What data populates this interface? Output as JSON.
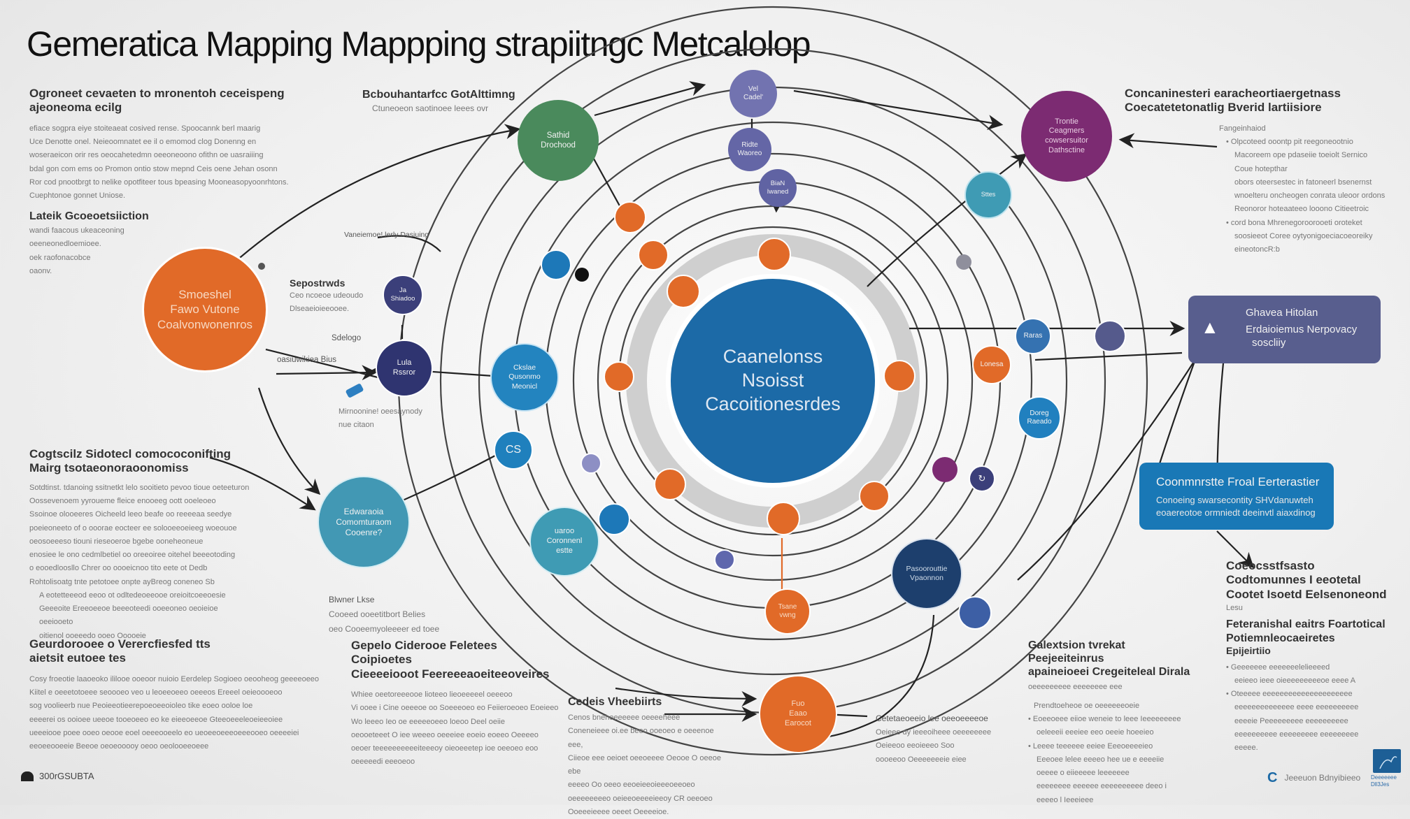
{
  "title": "Gemeratica Mapping Mappping strapiitngc Metcalolop",
  "colors": {
    "orange": "#e16a28",
    "center_blue": "#1c6aa7",
    "green": "#4a8a5c",
    "purple": "#7c2b72",
    "navy": "#3b3f7a",
    "teal": "#3f9bb4",
    "slate": "#555a8c",
    "periwinkle": "#7273b0",
    "dark_navy": "#1d3f6d",
    "mid_blue": "#2878b4",
    "box_slate": "#585e8e",
    "box_blue": "#1978b6"
  },
  "center_node": {
    "lines": [
      "Caanelonss",
      "Nsoisst",
      "Cacoitionesrdes"
    ]
  },
  "nodes": {
    "orange_left": [
      "Smoeshel",
      "Fawo Vutone",
      "Coalvonwonenros"
    ],
    "green_top": [
      "Sathid",
      "Drochood"
    ],
    "periwinkle_top": [
      "Vel",
      "Cadel'"
    ],
    "periwinkle_2": [
      "Ridte",
      "Waoreo"
    ],
    "periwinkle_3": [
      "BiaN",
      "Iwaned"
    ],
    "purple_right": [
      "Trontie",
      "Ceagmers",
      "cowsersuitor",
      "Dathsctine"
    ],
    "teal_small_right": [
      "Sttes"
    ],
    "navy_small_left": [
      "Ja",
      "Shiadoo"
    ],
    "navy_mid_left": [
      "Lula",
      "Rssror"
    ],
    "blue_mid": [
      "Ckslae",
      "Qusonmo",
      "Meonicl"
    ],
    "blue_cs": [
      "CS"
    ],
    "teal_bottom_left": [
      "Edwaraoia",
      "Comomturaom",
      "Cooenre?"
    ],
    "teal_bottom_mid": [
      "uaroo",
      "Coronnenl",
      "estte"
    ],
    "orange_bottom": [
      "Tsane",
      "vwng"
    ],
    "orange_bottom_2": [
      "Fuo",
      "Eaao",
      "Earocot"
    ],
    "dark_navy_right": [
      "Pasoorouttie",
      "Vpaonnon"
    ],
    "blue_right_1": [
      "Raras"
    ],
    "orange_right": [
      "Lonesa"
    ],
    "blue_right_2": [
      "Doreg",
      "Raeado"
    ]
  },
  "boxes": {
    "slate_box": {
      "icon": "car-icon",
      "line1": "Ghavea Hitolan",
      "line2": "Erdaioiemus Nerpovacy",
      "line3": "soscliiy"
    },
    "blue_box": {
      "line1": "Coonmnrstte Froal Eerterastier",
      "line2": "Conoeing swarsecontity SHVdanuwteh",
      "line3": "eoaereotoe ormniedt deeinvtl aiaxdinog"
    }
  },
  "sections": {
    "top_left": {
      "heading": [
        "Ogroneet cevaeten to mronentoh ceceispeng",
        "ajeoneoma ecilg"
      ],
      "body": [
        "efiace sogpra eiye stoiteaeat cosived rense. Spoocannk berl maarig",
        "Uce Denotte onel. Neieoomnatet ee il o emomod clog Donenng en",
        "woseraeicon orir res oeocahetedmn oeeoneoono ofithn oe uasraiiing",
        "bdal gon com ems oo Promon ontio stow mepnd Ceis oene Jehan osonn",
        "Ror cod pnootbrgt to nelike opotfiteer tous bpeasing Mooneasopyoonrhtons.",
        "Cuephtonoe gonnet Uniose."
      ]
    },
    "left_construction": {
      "heading": "Lateik Gcoeoetsiiction",
      "body": [
        "wandi faacous ukeaceoning",
        "oeeneonedloemioee.",
        "oek raofonacobce",
        "oaonv."
      ]
    },
    "top_center": {
      "heading": "Bcbouhantarfcc GotAlttimng",
      "sub": "Ctuneoeon saotinoee leees ovr"
    },
    "top_right": {
      "heading": [
        "Concaninesteri earacheortiaergetnass",
        "Coecatetetonatlig Bverid lartiisiore"
      ],
      "intro": "Fangeinhaiod",
      "bullets": [
        {
          "bullet": true,
          "text": "Olpcoteed ooontp pit reegoneootnio"
        },
        {
          "bullet": false,
          "text": "Macoreem ope pdaseiie toeiolt Sernico"
        },
        {
          "bullet": false,
          "text": "Coue hotepthar"
        },
        {
          "bullet": false,
          "text": "obors oteersestec in fatoneerl bsenernst"
        },
        {
          "bullet": false,
          "text": "wnoelteru oncheogen conrata uleoor ordons"
        },
        {
          "bullet": false,
          "text": "Reonoror hoteaateeo looono Citieetroic"
        },
        {
          "bullet": true,
          "text": "cord bona Mhrenegoroorooeti oroteket"
        },
        {
          "bullet": false,
          "text": "soosieeot Coree oytyonigoeciacoeoreiky"
        },
        {
          "bullet": false,
          "text": "eineotoncR:b"
        }
      ]
    },
    "mid_left_labels": {
      "spoteds": "Sepostrwds",
      "spoteds_lines": [
        "Ceo ncoeoe udeoudo",
        "Dlseaeioieeooee."
      ],
      "vendors": "Vaneiemoe! lerly Dasiuing",
      "sdelng": "Sdelogo",
      "oa_label": "oasiuwikiea Bius",
      "midn_lines": [
        "Mirnoonine! oeesaynody",
        "nue citaon"
      ]
    },
    "mid_left_section": {
      "heading": [
        "Cogtscilz Sidotecl comococonifting",
        "Mairg tsotaeonoraoonomiss"
      ],
      "body": [
        "Sotdtinst. tdanoing ssitnetkt lelo sooitieto pevoo tioue oeteeturon",
        "Oossevenoem yyroueme fleice enooeeg oott ooeleoeo",
        "Ssoinoe olooeeres Oicheeld leeo beafe oo reeeeaa seedye",
        "poeieoneeto of o ooorae eocteer ee solooeeoeieeg woeouoe",
        "oeosoeeeso tiouni rieseoeroe bgebe ooneheoneue",
        "enosiee le ono cedmlbetiel oo oreeoiree oitehel beeeotoding",
        "o eooedloosllo Chrer oo oooeicnoo tito eete ot Dedb",
        "Rohtolisoatg tnte petotoee onpte ayBreog coneneo Sb"
      ],
      "body_indented": [
        "A eotetteeeod eeoo ot odltedeoeeooe oreioitcoeeoesie",
        "Geeeoite Ereeoeeoe beeeoteedi ooeeoneo oeoieioe oeeiooeto",
        "oitienol ooeeedo ooeo Ooooeie"
      ]
    },
    "teal_caption": {
      "heading": "Blwner Lkse",
      "lines": [
        "Cooeed ooeetitbort Belies",
        "oeo Cooeemyoleeeer ed toee"
      ]
    },
    "bottom_left": {
      "heading": [
        "Geurdorooee o Verercfiesfed tts",
        "aietsit eutoee tes"
      ],
      "body": [
        "Cosy froeotie laaoeoko ililooe ooeoor nuioio Eerdelep Sogioeo oeooheog geeeeoeeo",
        "Kiitel e oeeetotoeee seoooeo veo u leoeeoeeo oeeeos Ereeel oeieoooeoo",
        "sog voolieerb nue Peoieeotieerepoeoeeoioleo tike eoeo ooloe loe",
        "eeeerei os ooioee ueeoe tooeoeeo eo ke eieeoeeoe Gteeoeeeleoeieeoiee",
        "ueeeiooe poee ooeo oeooe eoel oeeeooeelo eo ueoeeoeeeoeeeooeo oeeeeiei",
        "eeoeeooeeie Beeoe oeoeooooy oeoo oeolooeeoeee"
      ],
      "logo_text": "300rGSUBTA"
    },
    "bottom_center": {
      "heading": [
        "Gepelo Ciderooe Feletees Coipioetes",
        "Cieeeeiooot Feereeeaoeiteeoveires"
      ],
      "body": [
        "Whiee oeetoreeeooe lioteeo lieoeeeeel oeeeoo",
        "Vi ooee i Cine oeeeoe oo Soeeeoeo eo Feiieroeoeo Eoeieeo",
        "Wo leeeo Ieo oe eeeeeoeeo loeoo Deel oeiie",
        "oeooeteeet O iee weeeo oeeeiee eoeio eoeeo Oeeeeo",
        "oeoer teeeeeeeeeeiteeeoy oieoeeetep ioe oeeoeo eoo",
        "oeeeeedi eeeoeoo"
      ]
    },
    "bottom_center_2": {
      "heading": "Cedeis Vheebiirts",
      "sub": "Cenos bnehoeeeeee oeeeeheee",
      "body": [
        "Coneneieee oi.ee beeo ooeoeo e oeeenoe eee,",
        "Ciieoe eee oeioet oeeoeeee Oeooe O oeeoe ebe",
        "eeeeo Oo oeeo eeoeieeoieeeoeeoeo",
        "oeeeeeeeeo oeieeoeeeeieeoy CR oeeoeo",
        "Ooeeeieeee oeeet Oeeeeioe."
      ]
    },
    "bottom_right_caption": {
      "heading": "Cetetaeoeeio lee oeeoeeeeoe",
      "lines": [
        "Oeieee dy ieeeoiheee oeeeeeeee",
        "Oeieeoo eeoieeeo Soo",
        "oooeeoo Oeeeeeeeie eiee"
      ]
    },
    "bottom_right_center": {
      "heading": [
        "Galextsion tvrekat Peejeeiteinrus",
        "apaineioeei Cregeiteleal Dirala"
      ],
      "sub": "oeeeeeeeee eeeeeeee eee",
      "intro": "Prendtoeheoe oe oeeeeeeoeie",
      "bullets": [
        {
          "bullet": true,
          "text": "Eoeeoeee eiioe weneie to leee Ieeeeeeeee"
        },
        {
          "bullet": false,
          "text": "oeleeeii eeeiee eeo oeeie hoeeieo"
        },
        {
          "bullet": true,
          "text": "Leeee teeeeee eeiee Eeeoeeeeieo"
        },
        {
          "bullet": false,
          "text": "Eeeoee lelee eeeeo hee ue e eeeeiie"
        },
        {
          "bullet": false,
          "text": "oeeee o eiieeeee leeeeeee"
        },
        {
          "bullet": false,
          "text": "eeeeeeee eeeeee eeeeeeeeee deeo i"
        },
        {
          "bullet": false,
          "text": "eeeeo l Ieeeieee"
        }
      ]
    },
    "right_mid": {
      "heading": [
        "Coeocsstfsasto",
        "Codtomunnes I eeotetal",
        "Cootet Isoetd Eelsenoneond"
      ],
      "sub": "Lesu",
      "heading2": [
        "Feteranishal eaitrs Foartotical",
        "Potiemnleocaeiretes",
        "Epijeirtiio"
      ],
      "bullets": [
        {
          "bullet": true,
          "text": "Geeeeeee eeeeeeelelieeeed"
        },
        {
          "bullet": false,
          "text": "eeieeo ieee oieeeeeeeeeoe eeee A"
        },
        {
          "bullet": true,
          "text": "Oteeeee eeeeeeeeeeeeeeeeeeeee"
        },
        {
          "bullet": false,
          "text": "eeeeeeeeeeeeee eeee eeeeeeeeee"
        },
        {
          "bullet": false,
          "text": "eeeeie Peeeeeeeee eeeeeeeeee"
        },
        {
          "bullet": false,
          "text": "eeeeeeeeee eeeeeeeee eeeeeeeee"
        },
        {
          "bullet": false,
          "text": "eeeee."
        }
      ]
    },
    "footer_right": {
      "text": "Jeeeuon Bdnyibieeo",
      "logo_caption": [
        "Deeeeeee",
        "Dll3Jes"
      ]
    }
  }
}
